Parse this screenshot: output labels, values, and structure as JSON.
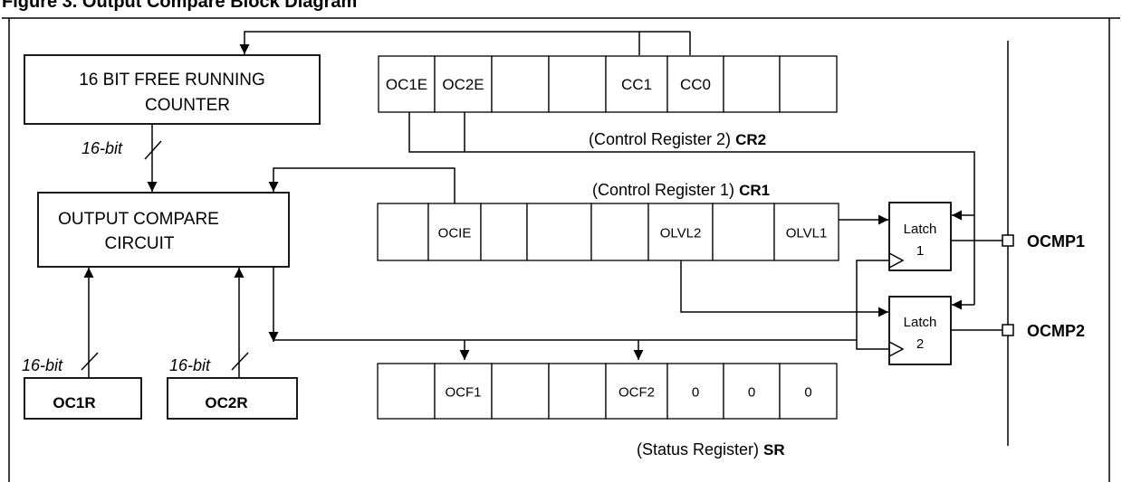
{
  "figure_title": "Figure 3. Output Compare Block Diagram",
  "blocks": {
    "counter": {
      "line1": "16 BIT   FREE RUNNING",
      "line2": "COUNTER"
    },
    "compare": {
      "line1": "OUTPUT COMPARE",
      "line2": "CIRCUIT"
    },
    "oc1r": "OC1R",
    "oc2r": "OC2R"
  },
  "bus_labels": {
    "counter_bus": "16-bit",
    "oc1r_bus": "16-bit",
    "oc2r_bus": "16-bit"
  },
  "registers": {
    "cr2": {
      "caption": "(Control Register 2) ",
      "name": "CR2",
      "bits": [
        "OC1E",
        "OC2E",
        "",
        "",
        "CC1",
        "CC0",
        "",
        ""
      ]
    },
    "cr1": {
      "caption": "(Control Register 1) ",
      "name": "CR1",
      "bits": [
        "",
        "OCIE",
        "",
        "",
        "",
        "OLVL2",
        "",
        "OLVL1"
      ]
    },
    "sr": {
      "caption": "(Status Register) ",
      "name": "SR",
      "bits": [
        "",
        "OCF1",
        "",
        "",
        "OCF2",
        "0",
        "0",
        "0"
      ]
    }
  },
  "latches": {
    "latch1": {
      "line1": "Latch",
      "line2": "1"
    },
    "latch2": {
      "line1": "Latch",
      "line2": "2"
    }
  },
  "pins": {
    "ocmp1": "OCMP1",
    "ocmp2": "OCMP2"
  },
  "icons": [
    "arrow-head-icon",
    "clock-input-icon",
    "pin-square-icon",
    "bus-slash-icon"
  ]
}
